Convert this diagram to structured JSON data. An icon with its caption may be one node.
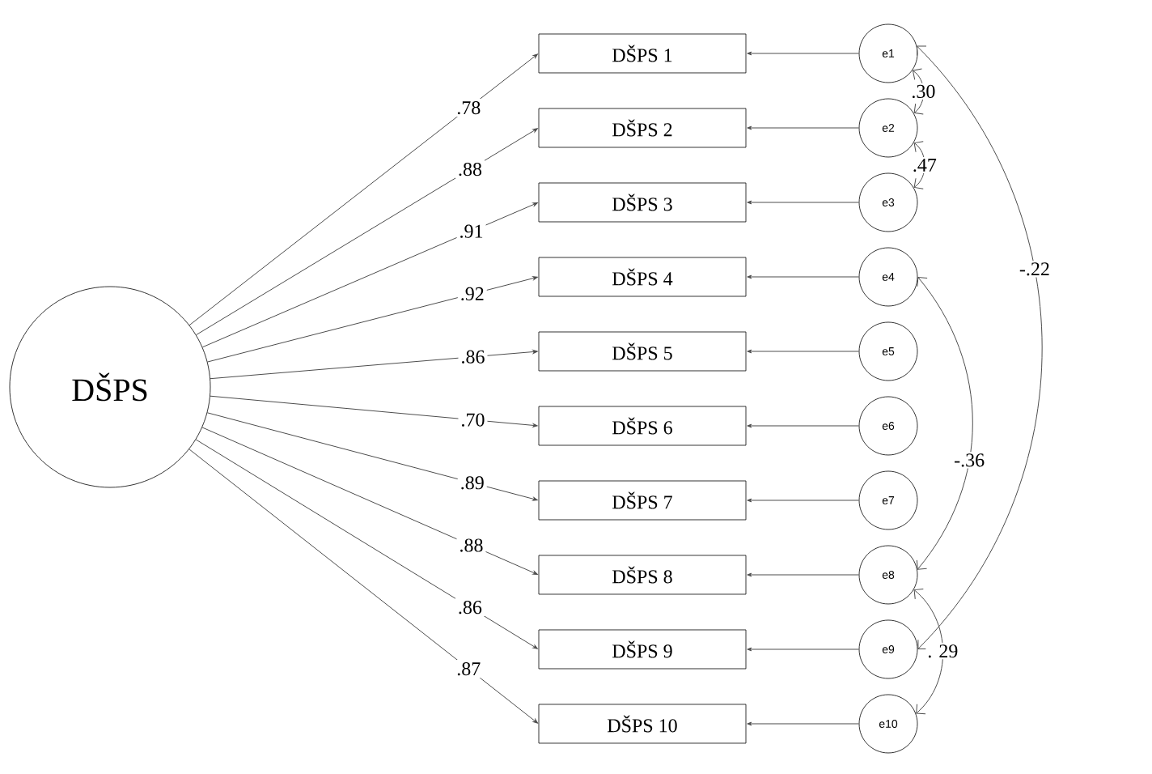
{
  "diagram": {
    "nodes": [
      {
        "text": [
          "DŠPS"
        ]
      },
      {
        "text": [
          "DŠPS 1"
        ]
      },
      {
        "text": [
          "DŠPS 2"
        ]
      },
      {
        "text": [
          "DŠPS 3"
        ]
      },
      {
        "text": [
          "DŠPS 4"
        ]
      },
      {
        "text": [
          "DŠPS 5"
        ]
      },
      {
        "text": [
          "DŠPS 6"
        ]
      },
      {
        "text": [
          "DŠPS 7"
        ]
      },
      {
        "text": [
          "DŠPS 8"
        ]
      },
      {
        "text": [
          "DŠPS 9"
        ]
      },
      {
        "text": [
          "DŠPS 10"
        ]
      },
      {
        "text": [
          "e1"
        ]
      },
      {
        "text": [
          "e2"
        ]
      },
      {
        "text": [
          "e3"
        ]
      },
      {
        "text": [
          "e4"
        ]
      },
      {
        "text": [
          "e5"
        ]
      },
      {
        "text": [
          "e6"
        ]
      },
      {
        "text": [
          "e7"
        ]
      },
      {
        "text": [
          "e8"
        ]
      },
      {
        "text": [
          "e9"
        ]
      },
      {
        "text": [
          "e10"
        ]
      }
    ],
    "edges": [
      {
        "from": 0,
        "to": 1,
        "arrow": "to",
        "label": ".78"
      },
      {
        "from": 0,
        "to": 2,
        "arrow": "to",
        "label": ".88"
      },
      {
        "from": 0,
        "to": 3,
        "arrow": "to",
        "label": ".91"
      },
      {
        "from": 0,
        "to": 4,
        "arrow": "to",
        "label": ".92"
      },
      {
        "from": 0,
        "to": 5,
        "arrow": "to",
        "label": ".86"
      },
      {
        "from": 0,
        "to": 6,
        "arrow": "to",
        "label": ".70"
      },
      {
        "from": 0,
        "to": 7,
        "arrow": "to",
        "label": ".89"
      },
      {
        "from": 0,
        "to": 8,
        "arrow": "to",
        "label": ".88"
      },
      {
        "from": 0,
        "to": 9,
        "arrow": "to",
        "label": ".86"
      },
      {
        "from": 0,
        "to": 10,
        "arrow": "to",
        "label": ".87"
      },
      {
        "from": 11,
        "to": 1,
        "arrow": "to"
      },
      {
        "from": 12,
        "to": 2,
        "arrow": "to"
      },
      {
        "from": 13,
        "to": 3,
        "arrow": "to"
      },
      {
        "from": 14,
        "to": 4,
        "arrow": "to"
      },
      {
        "from": 15,
        "to": 5,
        "arrow": "to"
      },
      {
        "from": 16,
        "to": 6,
        "arrow": "to"
      },
      {
        "from": 17,
        "to": 7,
        "arrow": "to"
      },
      {
        "from": 18,
        "to": 8,
        "arrow": "to"
      },
      {
        "from": 19,
        "to": 9,
        "arrow": "to"
      },
      {
        "from": 20,
        "to": 10,
        "arrow": "to"
      },
      {
        "from": 11,
        "to": 12,
        "arrow": "both",
        "label": ".30"
      },
      {
        "from": 12,
        "to": 13,
        "arrow": "both",
        "label": ".47"
      },
      {
        "from": 11,
        "to": 19,
        "arrow": "both",
        "label": "-.22"
      },
      {
        "from": 14,
        "to": 18,
        "arrow": "both",
        "label": "-.36"
      },
      {
        "from": 18,
        "to": 20,
        "arrow": "both",
        "label": ". 29"
      }
    ]
  }
}
